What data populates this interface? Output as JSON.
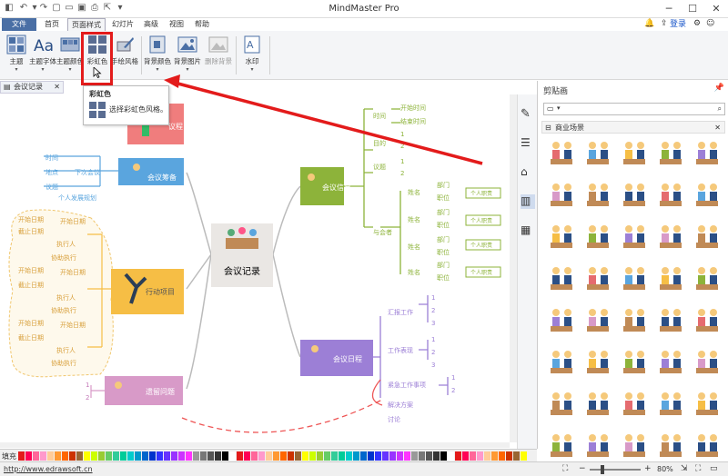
{
  "titlebar": {
    "title": "MindMaster Pro"
  },
  "menu": {
    "file": "文件",
    "home": "首页",
    "page_style": "页面样式",
    "slides": "幻灯片",
    "advanced": "高级",
    "view": "视图",
    "help": "帮助",
    "login": "登录"
  },
  "ribbon": {
    "theme": "主题",
    "theme_font": "主题字体",
    "theme_color": "主题颜色",
    "rainbow": "彩虹色",
    "hand_drawn": "手绘风格",
    "bg_color": "背景颜色",
    "bg_image": "背景图片",
    "del_bg": "删除背景",
    "watermark": "水印"
  },
  "tooltip": {
    "title": "彩虹色",
    "desc": "选择彩虹色风格。"
  },
  "doc_tab": {
    "label": "会议记录"
  },
  "mindmap": {
    "central": "会议记录",
    "left_top": "议程",
    "prep": "会议筹备",
    "prep_items": [
      "时间",
      "地点",
      "议题"
    ],
    "prep_sub": "下次会议",
    "prep_sub2": "个人发展规划",
    "action": "行动项目",
    "action_items": [
      "开始日期",
      "截止日期",
      "执行人",
      "协助执行"
    ],
    "pending": "遗留问题",
    "pending_nums": [
      "1",
      "2"
    ],
    "info": "会议信息",
    "info_groups": [
      "时间",
      "目的",
      "议题",
      "与会者"
    ],
    "info_time": [
      "开始时间",
      "结束时间"
    ],
    "info_nums": [
      "1",
      "2"
    ],
    "attendee_labels": [
      "姓名",
      "部门",
      "职位"
    ],
    "attendee_role": "个人职责",
    "agenda": "会议日程",
    "agenda_items": [
      "汇报工作",
      "工作表现",
      "紧急工作事项",
      "解决方案",
      "讨论"
    ],
    "agenda_nums": [
      "1",
      "2",
      "3"
    ]
  },
  "clip_panel": {
    "title": "剪贴画",
    "category": "商业场景"
  },
  "palette": {
    "label": "填充"
  },
  "status": {
    "url": "http://www.edrawsoft.cn",
    "zoom": "80%"
  },
  "colors": {
    "file_tab": "#4a6fa5",
    "highlight": "#e31b1b",
    "green_branch": "#8db33a",
    "purple_branch": "#9c7fd6",
    "pink_branch": "#f06b7e",
    "blue_branch": "#5aa5de",
    "orange_branch": "#f6be45",
    "magenta_branch": "#d89ac8"
  }
}
